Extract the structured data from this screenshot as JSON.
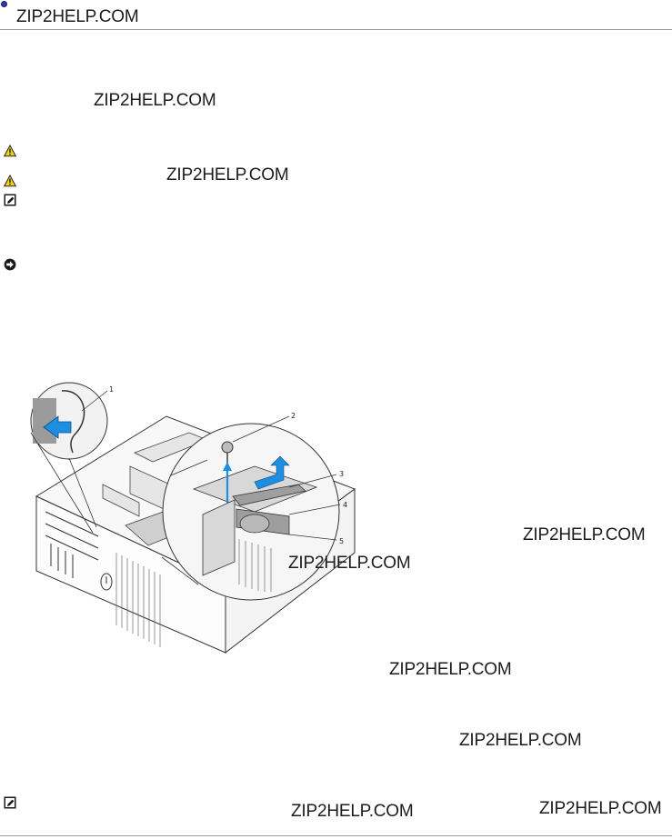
{
  "watermark": {
    "text": "ZIP2HELP.COM"
  },
  "icons": {
    "bullet": "blue-bullet-icon",
    "caution": "caution-triangle-icon",
    "note": "note-pencil-icon",
    "notice": "notice-arrow-icon"
  },
  "figure": {
    "callouts": [
      "1",
      "2",
      "3",
      "4",
      "5"
    ]
  },
  "colors": {
    "accent": "#1e8fe0",
    "caution": "#f2d21b"
  }
}
